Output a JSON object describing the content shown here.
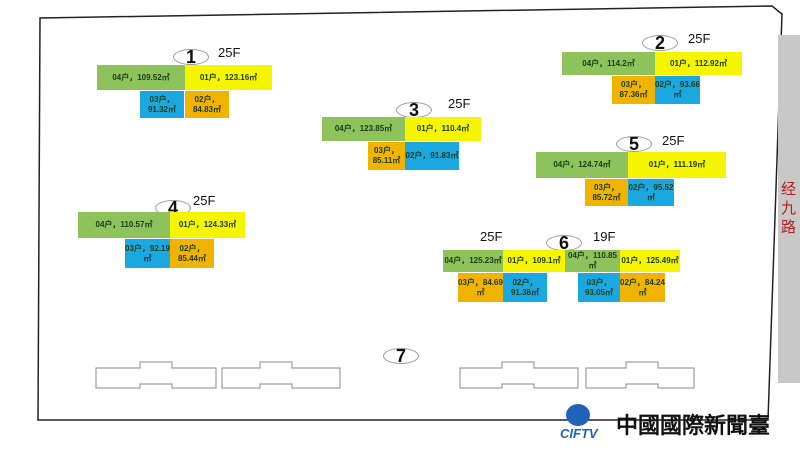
{
  "road_label": "经九路",
  "logo": {
    "abbr": "CIFTV",
    "name": "中國國際新聞臺"
  },
  "buildings": [
    {
      "id": "1",
      "floors": [
        "25F"
      ],
      "units": [
        {
          "label": "04户，109.52㎡",
          "color": "#8dc35a"
        },
        {
          "label": "01户，123.16㎡",
          "color": "#f5f500"
        },
        {
          "label": "03户，91.32㎡",
          "color": "#1ba8e0"
        },
        {
          "label": "02户，84.83㎡",
          "color": "#f0b400"
        }
      ]
    },
    {
      "id": "2",
      "floors": [
        "25F"
      ],
      "units": [
        {
          "label": "04户，114.2㎡",
          "color": "#8dc35a"
        },
        {
          "label": "01户，112.92㎡",
          "color": "#f5f500"
        },
        {
          "label": "03户，87.36㎡",
          "color": "#f0b400"
        },
        {
          "label": "02户，93.66㎡",
          "color": "#1ba8e0"
        }
      ]
    },
    {
      "id": "3",
      "floors": [
        "25F"
      ],
      "units": [
        {
          "label": "04户，123.85㎡",
          "color": "#8dc35a"
        },
        {
          "label": "01户，110.4㎡",
          "color": "#f5f500"
        },
        {
          "label": "03户，85.11㎡",
          "color": "#f0b400"
        },
        {
          "label": "02户，91.83㎡",
          "color": "#1ba8e0"
        }
      ]
    },
    {
      "id": "5",
      "floors": [
        "25F"
      ],
      "units": [
        {
          "label": "04户，124.74㎡",
          "color": "#8dc35a"
        },
        {
          "label": "01户，111.19㎡",
          "color": "#f5f500"
        },
        {
          "label": "03户，85.72㎡",
          "color": "#f0b400"
        },
        {
          "label": "02户，95.52㎡",
          "color": "#1ba8e0"
        }
      ]
    },
    {
      "id": "4",
      "floors": [
        "25F"
      ],
      "units": [
        {
          "label": "04户，110.57㎡",
          "color": "#8dc35a"
        },
        {
          "label": "01户，124.33㎡",
          "color": "#f5f500"
        },
        {
          "label": "03户，92.19㎡",
          "color": "#1ba8e0"
        },
        {
          "label": "02户，85.44㎡",
          "color": "#f0b400"
        }
      ]
    },
    {
      "id": "6",
      "floors": [
        "25F",
        "19F"
      ],
      "units": [
        {
          "label": "04户，125.23㎡",
          "color": "#8dc35a"
        },
        {
          "label": "01户，109.1㎡",
          "color": "#f5f500"
        },
        {
          "label": "03户，84.69㎡",
          "color": "#f0b400"
        },
        {
          "label": "02户，91.38㎡",
          "color": "#1ba8e0"
        },
        {
          "label": "04户，110.85㎡",
          "color": "#8dc35a"
        },
        {
          "label": "01户，125.49㎡",
          "color": "#f5f500"
        },
        {
          "label": "03户，93.05㎡",
          "color": "#1ba8e0"
        },
        {
          "label": "02户，84.24㎡",
          "color": "#f0b400"
        }
      ]
    },
    {
      "id": "7",
      "floors": [],
      "units": []
    }
  ]
}
